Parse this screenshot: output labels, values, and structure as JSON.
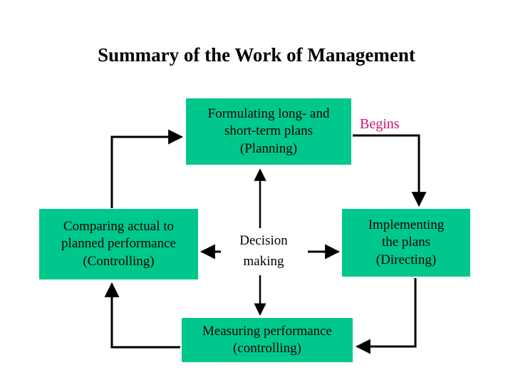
{
  "page": {
    "title": "Summary of the Work of Management",
    "background_color": "#ffffff"
  },
  "colors": {
    "box_fill": "#00C88C",
    "box_text": "#000000",
    "accent_label": "#D1146A",
    "arrow": "#000000"
  },
  "diagram": {
    "type": "cycle-flowchart",
    "center_label": {
      "line1": "Decision",
      "line2": "making"
    },
    "annotation": {
      "label": "Begins"
    },
    "nodes": [
      {
        "id": "planning",
        "line1": "Formulating long- and",
        "line2": "short-term plans",
        "line3": "(Planning)"
      },
      {
        "id": "controlling",
        "line1": "Comparing actual to",
        "line2": "planned performance",
        "line3": "(Controlling)"
      },
      {
        "id": "directing",
        "line1": "Implementing",
        "line2": "the plans",
        "line3": "(Directing)"
      },
      {
        "id": "measuring",
        "line1": "Measuring performance",
        "line2": "(controlling)",
        "line3": ""
      }
    ]
  }
}
